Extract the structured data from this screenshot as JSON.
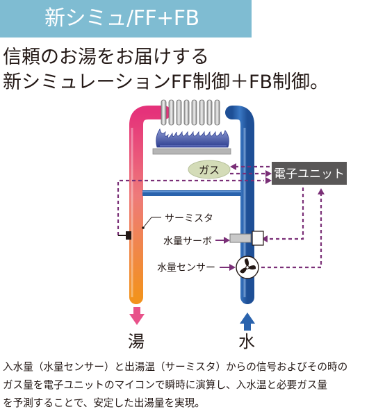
{
  "header": {
    "title": "新シミュ/FF+FB"
  },
  "headline": {
    "line1": "信頼のお湯をお届けする",
    "line2": "新シミュレーションFF制御＋FB制御。"
  },
  "diagram": {
    "labels": {
      "gas": "ガス",
      "electronic_unit": "電子ユニット",
      "thermistor": "サーミスタ",
      "water_servo": "水量サーボ",
      "water_sensor": "水量センサー",
      "hot_water": "湯",
      "water": "水"
    },
    "colors": {
      "hot_pipe_top": "#e5327a",
      "hot_pipe_bottom": "#f2921e",
      "cold_pipe": "#2a63ad",
      "signal_line": "#7a2f77",
      "arrow_hot": "#e8528a",
      "arrow_cold": "#2a63ad",
      "unit_box": "#595757",
      "gas_ellipse": "#d4dcb8",
      "flame": "#3b4fa0"
    }
  },
  "caption": {
    "line1": "入水量（水量センサー）と出湯温（サーミスタ）からの信号およびその時の",
    "line2": "ガス量を電子ユニットのマイコンで瞬時に演算し、入水温と必要ガス量",
    "line3": "を予測することで、安定した出湯量を実現。"
  }
}
